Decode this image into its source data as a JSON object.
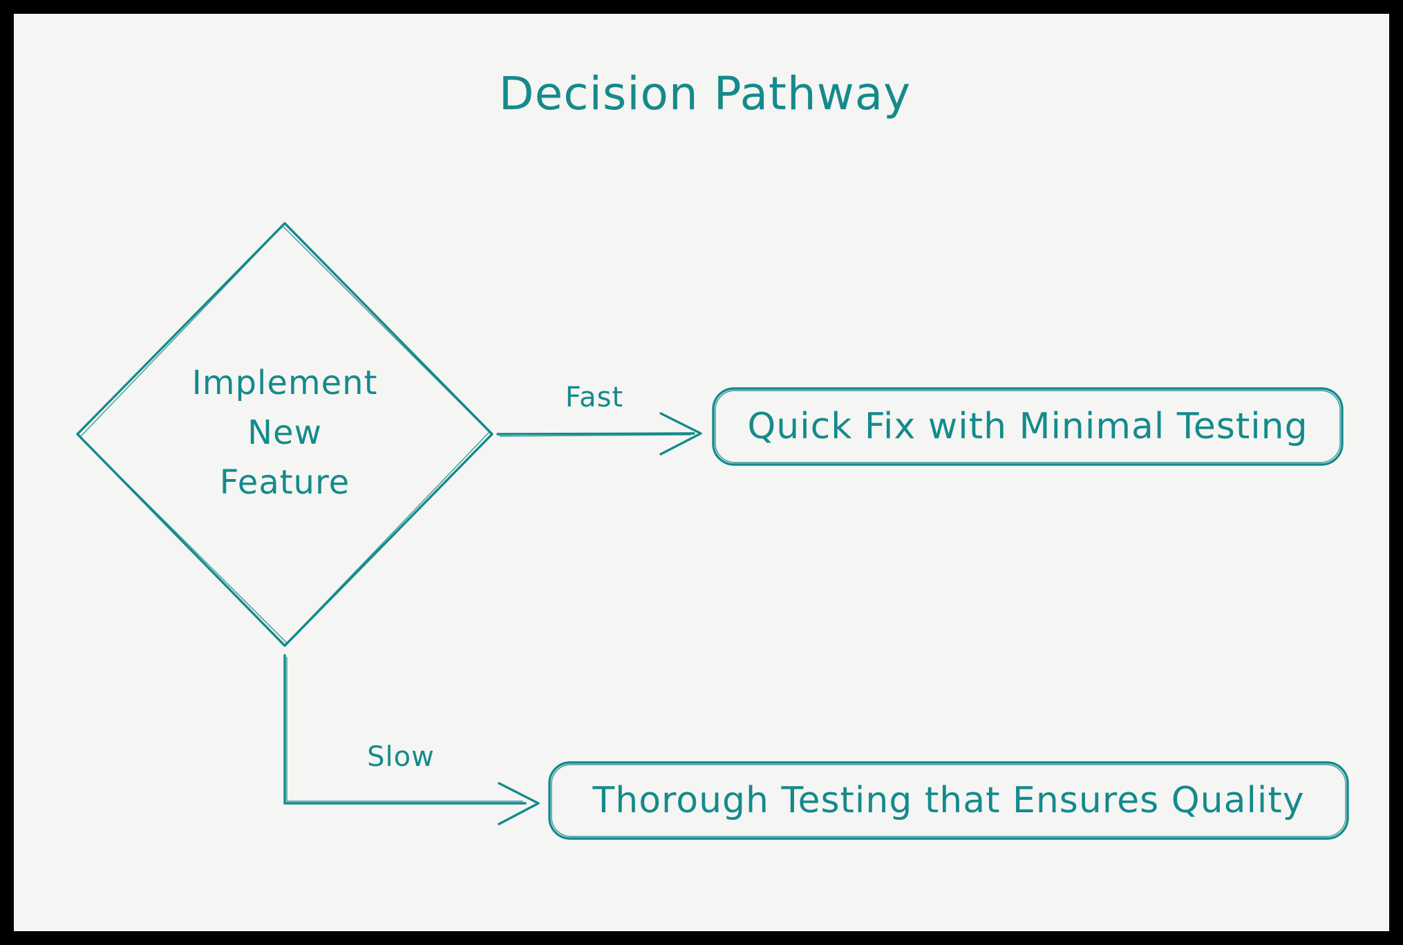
{
  "title": "Decision Pathway",
  "colors": {
    "ink": "#148a8c",
    "canvas": "#f5f5f3",
    "frame": "#000000"
  },
  "decision_node": {
    "line1": "Implement",
    "line2": "New",
    "line3": "Feature"
  },
  "branches": {
    "fast": {
      "label": "Fast",
      "outcome": "Quick Fix with Minimal Testing"
    },
    "slow": {
      "label": "Slow",
      "outcome": "Thorough Testing that Ensures Quality"
    }
  }
}
